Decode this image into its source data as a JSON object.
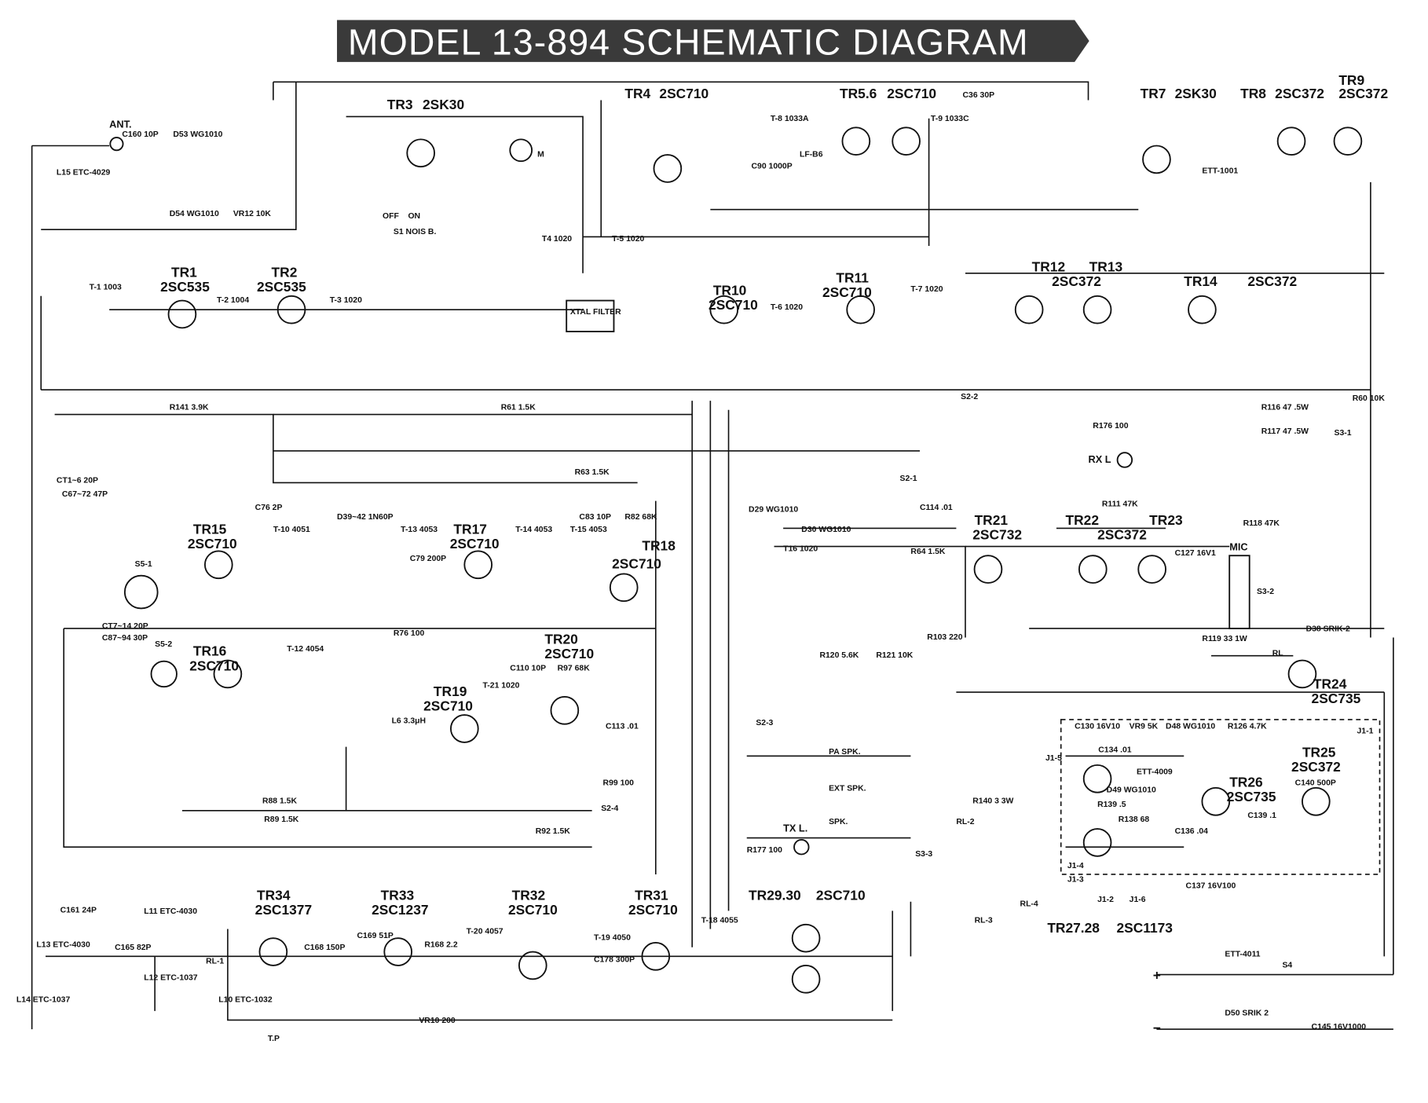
{
  "title": "MODEL 13-894 SCHEMATIC DIAGRAM",
  "transistors": [
    {
      "ref": "TR3",
      "type": "2SK30"
    },
    {
      "ref": "TR4",
      "type": "2SC710"
    },
    {
      "ref": "TR5.6",
      "type": "2SC710"
    },
    {
      "ref": "TR7",
      "type": "2SK30"
    },
    {
      "ref": "TR8",
      "type": "2SC372"
    },
    {
      "ref": "TR9",
      "type": "2SC372"
    },
    {
      "ref": "TR1",
      "type": "2SC535"
    },
    {
      "ref": "TR2",
      "type": "2SC535"
    },
    {
      "ref": "TR10",
      "type": "2SC710"
    },
    {
      "ref": "TR11",
      "type": "2SC710"
    },
    {
      "ref": "TR12",
      "type": "2SC372"
    },
    {
      "ref": "TR13",
      "type": ""
    },
    {
      "ref": "TR14",
      "type": "2SC372"
    },
    {
      "ref": "TR15",
      "type": "2SC710"
    },
    {
      "ref": "TR17",
      "type": "2SC710"
    },
    {
      "ref": "TR18",
      "type": "2SC710"
    },
    {
      "ref": "TR16",
      "type": "2SC710"
    },
    {
      "ref": "TR20",
      "type": "2SC710"
    },
    {
      "ref": "TR19",
      "type": "2SC710"
    },
    {
      "ref": "TR21",
      "type": "2SC732"
    },
    {
      "ref": "TR22",
      "type": "2SC372"
    },
    {
      "ref": "TR23",
      "type": ""
    },
    {
      "ref": "TR24",
      "type": "2SC735"
    },
    {
      "ref": "TR25",
      "type": "2SC372"
    },
    {
      "ref": "TR26",
      "type": "2SC735"
    },
    {
      "ref": "TR34",
      "type": "2SC1377"
    },
    {
      "ref": "TR33",
      "type": "2SC1237"
    },
    {
      "ref": "TR32",
      "type": "2SC710"
    },
    {
      "ref": "TR31",
      "type": "2SC710"
    },
    {
      "ref": "TR29.30",
      "type": "2SC710"
    },
    {
      "ref": "TR27.28",
      "type": "2SC1173"
    }
  ],
  "labels": {
    "ant": "ANT.",
    "xtal_filter": "XTAL FILTER",
    "rx_lamp": "RX L",
    "tx_lamp": "TX L.",
    "mic": "MIC",
    "pa_spk": "PA SPK.",
    "ext_spk": "EXT SPK.",
    "spk": "SPK.",
    "meter": "M",
    "s1": "S1 NOIS B.",
    "off": "OFF",
    "on": "ON",
    "s2_1": "S2-1",
    "s2_2": "S2-2",
    "s2_3": "S2-3",
    "s2_4": "S2-4",
    "s3_1": "S3-1",
    "s3_2": "S3-2",
    "s3_3": "S3-3",
    "s4": "S4",
    "s5_1": "S5-1",
    "s5_2": "S5-2",
    "rl_1": "RL-1",
    "rl_2": "RL-2",
    "rl_3": "RL-3",
    "rl_4": "RL-4",
    "rl": "RL",
    "tp": "T.P",
    "j1_1": "J1-1",
    "j1_2": "J1-2",
    "j1_3": "J1-3",
    "j1_4": "J1-4",
    "j1_5": "J1-5",
    "j1_6": "J1-6",
    "ett_4011": "ETT-4011",
    "ett_4009": "ETT-4009",
    "ett_1001": "ETT-1001",
    "lf_b6": "LF-B6",
    "t1": "T-1 1003",
    "t2": "T-2 1004",
    "t3": "T-3 1020",
    "t4": "T4 1020",
    "t5": "T-5 1020",
    "t6": "T-6 1020",
    "t7": "T-7 1020",
    "t8": "T-8 1033A",
    "t9": "T-9 1033C",
    "t10": "T-10 4051",
    "t12": "T-12 4054",
    "t13": "T-13 4053",
    "t14": "T-14 4053",
    "t15": "T-15 4053",
    "t16": "T16 1020",
    "t18": "T-18 4055",
    "t19": "T-19 4050",
    "t20": "T-20 4057",
    "t21": "T-21 1020",
    "ct1_6": "CT1~6 20P",
    "c67_72": "C67~72 47P",
    "ct7_14": "CT7~14 20P",
    "c87_94": "C87~94 30P",
    "l15": "L15 ETC-4029",
    "l13": "L13 ETC-4030",
    "l11": "L11 ETC-4030",
    "l12": "L12 ETC-1037",
    "l14": "L14 ETC-1037",
    "l10": "L10 ETC-1032",
    "c160": "C160 10P",
    "d53": "D53 WG1010",
    "d54": "D54 WG1010",
    "vr12": "VR12 10K",
    "c161": "C161 24P",
    "c36": "C36 30P",
    "c90": "C90 1000P",
    "r141": "R141 3.9K",
    "r61": "R61 1.5K",
    "r63": "R63 1.5K",
    "r76": "R76 100",
    "r88": "R88 1.5K",
    "r89": "R89 1.5K",
    "r92": "R92 1.5K",
    "r99": "R99 100",
    "r103": "R103 220",
    "r116": "R116 47 .5W",
    "r117": "R117 47 .5W",
    "r118": "R118 47K",
    "r119": "R119 33 1W",
    "r120": "R120 5.6K",
    "r121": "R121 10K",
    "r140": "R140 3 3W",
    "r177": "R177 100",
    "r168": "R168 2.2",
    "vr10": "VR10 200",
    "d29": "D29 WG1010",
    "d30": "D30 WG1010",
    "d38": "D38 SRIK-2",
    "d39_42": "D39~42 1N60P",
    "d50": "D50 SRIK 2",
    "c114": "C114 .01",
    "r64": "R64 1.5K",
    "c127": "C127 16V1",
    "r111": "R111 47K",
    "c130": "C130 16V10",
    "vr9": "VR9 5K",
    "d48": "D48 WG1010",
    "r126": "R126 4.7K",
    "c134": "C134 .01",
    "d49": "D49 WG1010",
    "r139": "R139 .5",
    "r138": "R138 68",
    "c136": "C136 .04",
    "c139": "C139 .1",
    "c140": "C140 500P",
    "c137": "C137 16V100",
    "c145": "C145 16V1000",
    "c76": "C76 2P",
    "c79": "C79 200P",
    "c83": "C83 10P",
    "r82": "R82 68K",
    "c110": "C110 10P",
    "r97": "R97 68K",
    "c113": "C113 .01",
    "l6": "L6 3.3μH",
    "c178": "C178 300P",
    "c165": "C165 82P",
    "c168": "C168 150P",
    "c169": "C169 51P",
    "r60": "R60 10K",
    "r176": "R176 100",
    "plus": "+",
    "minus": "−"
  }
}
